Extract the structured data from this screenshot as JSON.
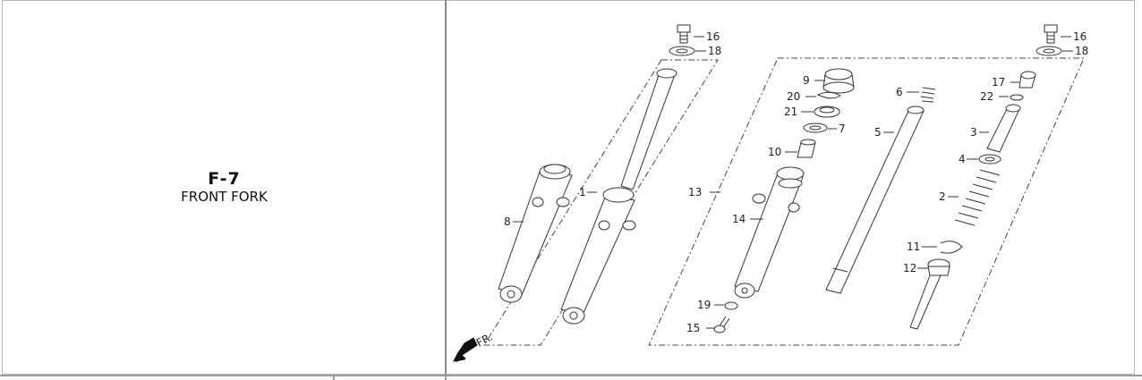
{
  "section": {
    "code": "F-7",
    "title": "FRONT FORK"
  },
  "diagram": {
    "direction_label": "FR.",
    "callouts": [
      "1",
      "2",
      "3",
      "4",
      "5",
      "6",
      "7",
      "8",
      "9",
      "10",
      "11",
      "12",
      "13",
      "14",
      "15",
      "16",
      "17",
      "18",
      "19",
      "20",
      "21",
      "22"
    ],
    "callout_16_right": "16",
    "callout_18_right": "18"
  }
}
